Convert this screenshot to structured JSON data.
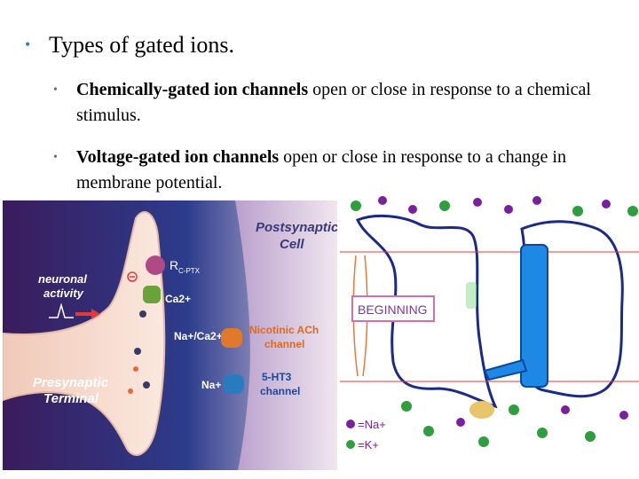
{
  "slide": {
    "bullet_main": "Types of gated ions.",
    "bullets": [
      {
        "bold": "Chemically-gated ion channels",
        "rest": " open or close in response to a chemical stimulus."
      },
      {
        "bold": "Voltage-gated ion channels",
        "rest": " open or close in response to a change in membrane potential."
      }
    ]
  },
  "figure_left": {
    "postsynaptic_label_1": "Postsynaptic",
    "postsynaptic_label_2": "Cell",
    "neuronal_label_1": "neuronal",
    "neuronal_label_2": "activity",
    "presynaptic_label_1": "Presynaptic",
    "presynaptic_label_2": "Terminal",
    "toxin_label": "R",
    "toxin_sub": "C-PTX",
    "ca_label": "Ca2+",
    "naca_label": "Na+/Ca2+",
    "na_label": "Na+",
    "ach_label_1": "Nicotinic ACh",
    "ach_label_2": "channel",
    "ht_label_1": "5-HT3",
    "ht_label_2": "channel"
  },
  "figure_right": {
    "state_label": "BEGINNING",
    "legend_na": "=Na+",
    "legend_k": "=K+",
    "colors": {
      "na": "#7b1fa2",
      "k": "#2e9e3e",
      "membrane": "#1a2a8a",
      "channel": "#1e88e5"
    }
  }
}
